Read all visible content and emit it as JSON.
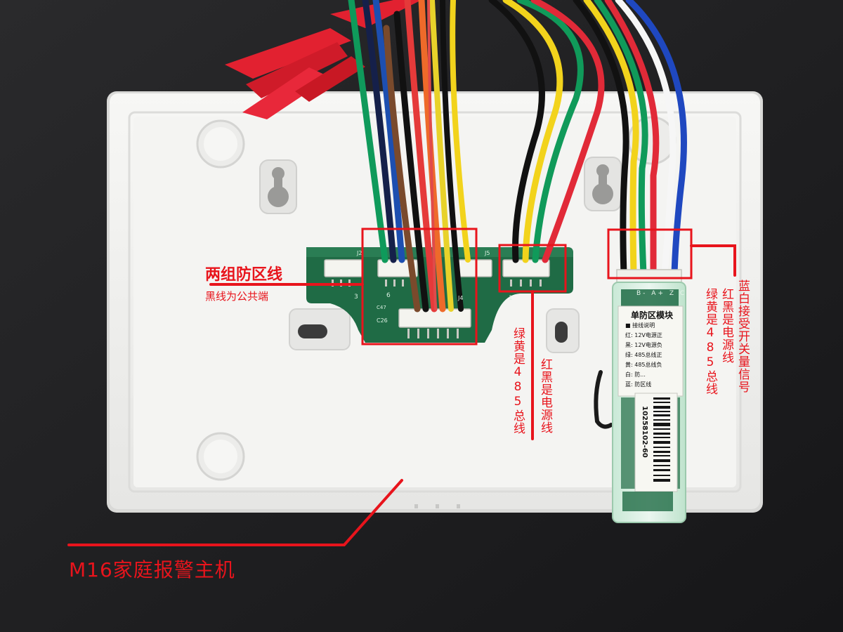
{
  "annotations": {
    "zone_wires_title": "两组防区线",
    "zone_wires_note": "黑线为公共端",
    "green_yellow_485": "绿黄是485总线",
    "red_black_power": "红黑是电源线",
    "right_green_yellow_485": "绿黄是485总线",
    "right_red_black_power": "红黑是电源线",
    "blue_white_signal": "蓝白接受开关量信号",
    "host_label": "M16家庭报警主机"
  },
  "module_label": {
    "title": "单防区模块",
    "subtitle": "■ 接线说明",
    "lines": [
      "红: 12V电源正",
      "黑: 12V电源负",
      "绿: 485总线正",
      "黄: 485总线负",
      "白: 防...",
      "蓝: 防区线"
    ],
    "barcode_number": "10258102-60",
    "pin_row": "B- A+ Z C"
  },
  "board_silkscreen": {
    "connector_labels": [
      "J2",
      "6",
      "J5",
      "J4",
      "1",
      "C26",
      "3",
      "C47"
    ]
  },
  "colors": {
    "annotation_red": "#e8141c",
    "board_green": "#1f6b45",
    "case_white": "#f2f2f0",
    "background": "#1c1c1e"
  }
}
